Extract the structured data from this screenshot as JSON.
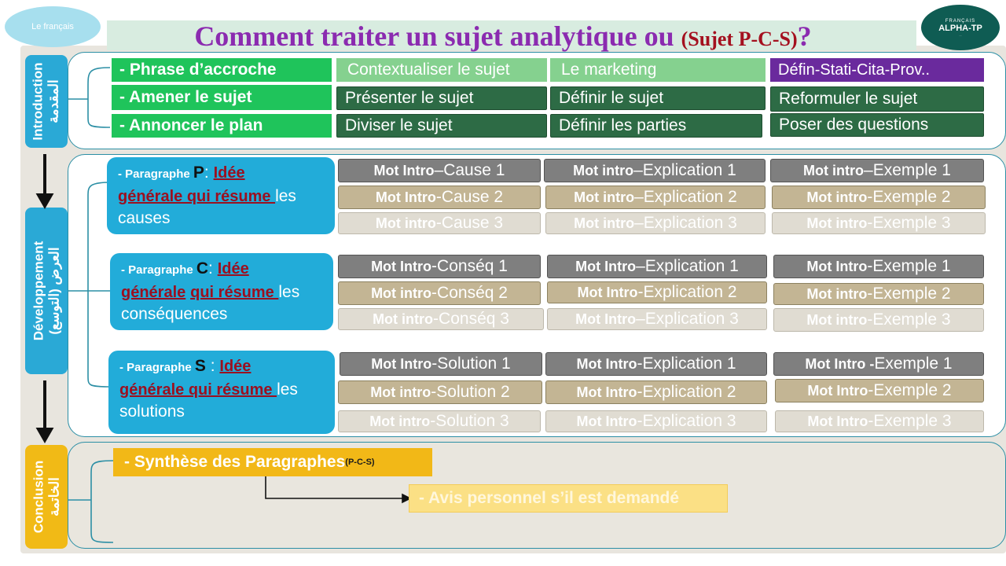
{
  "badge": "Le français",
  "title": {
    "main": "Comment traiter un sujet analytique ou ",
    "paren": "(Sujet ",
    "pcs": "P-C-S",
    "close": ")",
    "q": "?"
  },
  "logo": {
    "top": "FRANÇAIS",
    "name": "ALPHA-TP",
    "tagline": "..."
  },
  "sections": {
    "intro": "Introduction المقدمة",
    "dev": "Développement العرض (التوسع)",
    "concl": "Conclusion الخاتمة"
  },
  "intro": {
    "rows": [
      {
        "label": "- Phrase d’accroche",
        "cells": [
          "Contextualiser le sujet",
          "Le marketing",
          "Défin-Stati-Cita-Prov.."
        ]
      },
      {
        "label": "- Amener le sujet",
        "cells": [
          "Présenter le sujet",
          "Définir le sujet",
          "Reformuler le sujet"
        ]
      },
      {
        "label": "- Annoncer le plan",
        "cells": [
          "Diviser le sujet",
          "Définir les parties",
          "Poser des questions"
        ]
      }
    ]
  },
  "dev": {
    "paragraphs": [
      {
        "small": "- Paragraphe ",
        "letter": "P",
        "sep": ": ",
        "u1": "Idée",
        "u2": "générale qui résume ",
        "rest1": "les",
        "rest2": "causes",
        "rows": [
          [
            {
              "b": "Mot Intro ",
              "t": "–Cause 1"
            },
            {
              "b": "Mot intro ",
              "t": "–Explication 1"
            },
            {
              "b": "Mot intro ",
              "t": "–Exemple 1"
            }
          ],
          [
            {
              "b": "Mot Intro ",
              "t": "-Cause 2"
            },
            {
              "b": "Mot intro ",
              "t": "–Explication 2"
            },
            {
              "b": "Mot intro ",
              "t": "-Exemple 2"
            }
          ],
          [
            {
              "b": "Mot intro ",
              "t": "-Cause 3"
            },
            {
              "b": "Mot intro ",
              "t": "–Explication 3"
            },
            {
              "b": "Mot intro ",
              "t": "-Exemple 3"
            }
          ]
        ]
      },
      {
        "small": "- Paragraphe ",
        "letter": "C",
        "sep": ": ",
        "u1": "Idée",
        "u2a": "générale",
        "u2b": "qui résume ",
        "rest1": "les",
        "rest2": "conséquences",
        "rows": [
          [
            {
              "b": "Mot Intro ",
              "t": "-Conséq 1"
            },
            {
              "b": "Mot Intro ",
              "t": "–Explication 1"
            },
            {
              "b": "Mot Intro ",
              "t": "-Exemple 1"
            }
          ],
          [
            {
              "b": "Mot intro ",
              "t": "-Conséq 2"
            },
            {
              "b": "Mot Intro ",
              "t": "-Explication 2"
            },
            {
              "b": "Mot intro ",
              "t": "-Exemple 2"
            }
          ],
          [
            {
              "b": "Mot intro ",
              "t": "-Conséq 3"
            },
            {
              "b": "Mot Intro ",
              "t": "–Explication 3"
            },
            {
              "b": "Mot intro ",
              "t": "-Exemple 3"
            }
          ]
        ]
      },
      {
        "small": "- Paragraphe ",
        "letter": "S",
        "sep": " : ",
        "u1": "Idée",
        "u2": "générale qui résume ",
        "rest1": "les",
        "rest2": "solutions",
        "rows": [
          [
            {
              "b": "Mot Intro ",
              "t": "-Solution 1"
            },
            {
              "b": "Mot Intro ",
              "t": "-Explication 1"
            },
            {
              "b": "Mot Intro -",
              "t": "Exemple 1"
            }
          ],
          [
            {
              "b": "Mot intro ",
              "t": "-Solution 2"
            },
            {
              "b": "Mot Intro ",
              "t": "-Explication 2"
            },
            {
              "b": "Mot Intro ",
              "t": "-Exemple 2"
            }
          ],
          [
            {
              "b": "Mot intro ",
              "t": "-Solution 3"
            },
            {
              "b": "Mot Intro ",
              "t": "-Explication 3"
            },
            {
              "b": "Mot Intro ",
              "t": "-Exemple 3"
            }
          ]
        ]
      }
    ]
  },
  "concl": {
    "synth": "- Synthèse des Paragraphes",
    "synth_tag": "(P-C-S)",
    "avis": "- Avis personnel s’il est demandé"
  }
}
